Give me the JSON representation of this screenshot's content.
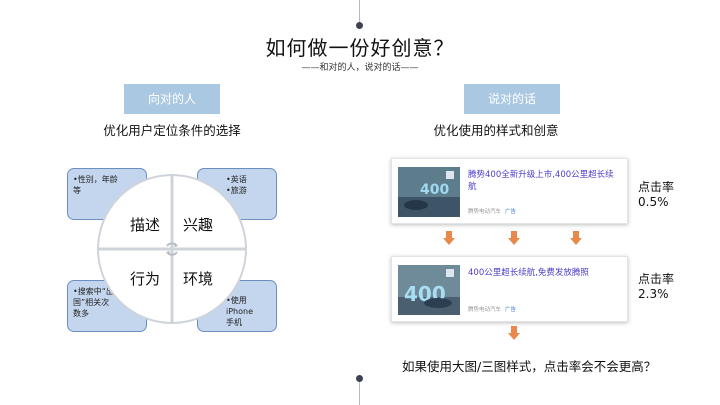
{
  "title": "如何做一份好创意？",
  "subtitle": "——和对的人，说对的话——",
  "left": {
    "header": "向对的人",
    "subtitle": "优化用户定位条件的选择",
    "quadrants": {
      "tl": "描述",
      "tr": "兴趣",
      "bl": "行为",
      "br": "环境"
    },
    "notes": {
      "tl": [
        "•性别，年龄",
        "等"
      ],
      "tr": [
        "•英语",
        "•旅游"
      ],
      "bl": [
        "•搜索中“出",
        "国”相关次",
        "数多"
      ],
      "br": [
        "•使用iPhone",
        "手机"
      ]
    }
  },
  "right": {
    "header": "说对的话",
    "subtitle": "优化使用的样式和创意",
    "ads": [
      {
        "title": "腾势400全新升级上市,400公里超长续航",
        "source": "腾势电动汽车",
        "tag": "广告",
        "ctr_label": "点击率",
        "ctr_value": "0.5%",
        "image_text": "400"
      },
      {
        "title": "400公里超长续航,免费发放腾照",
        "source": "腾势电动汽车",
        "tag": "广告",
        "ctr_label": "点击率",
        "ctr_value": "2.3%",
        "image_text": "400"
      }
    ],
    "question": "如果使用大图/三图样式，点击率会不会更高？"
  },
  "colors": {
    "header_bg": "#aac8e2",
    "note_bg": "#c3d6ee",
    "note_border": "#6d8fbf",
    "arrow": "#e8884a",
    "ad_title": "#4b3ec8"
  }
}
